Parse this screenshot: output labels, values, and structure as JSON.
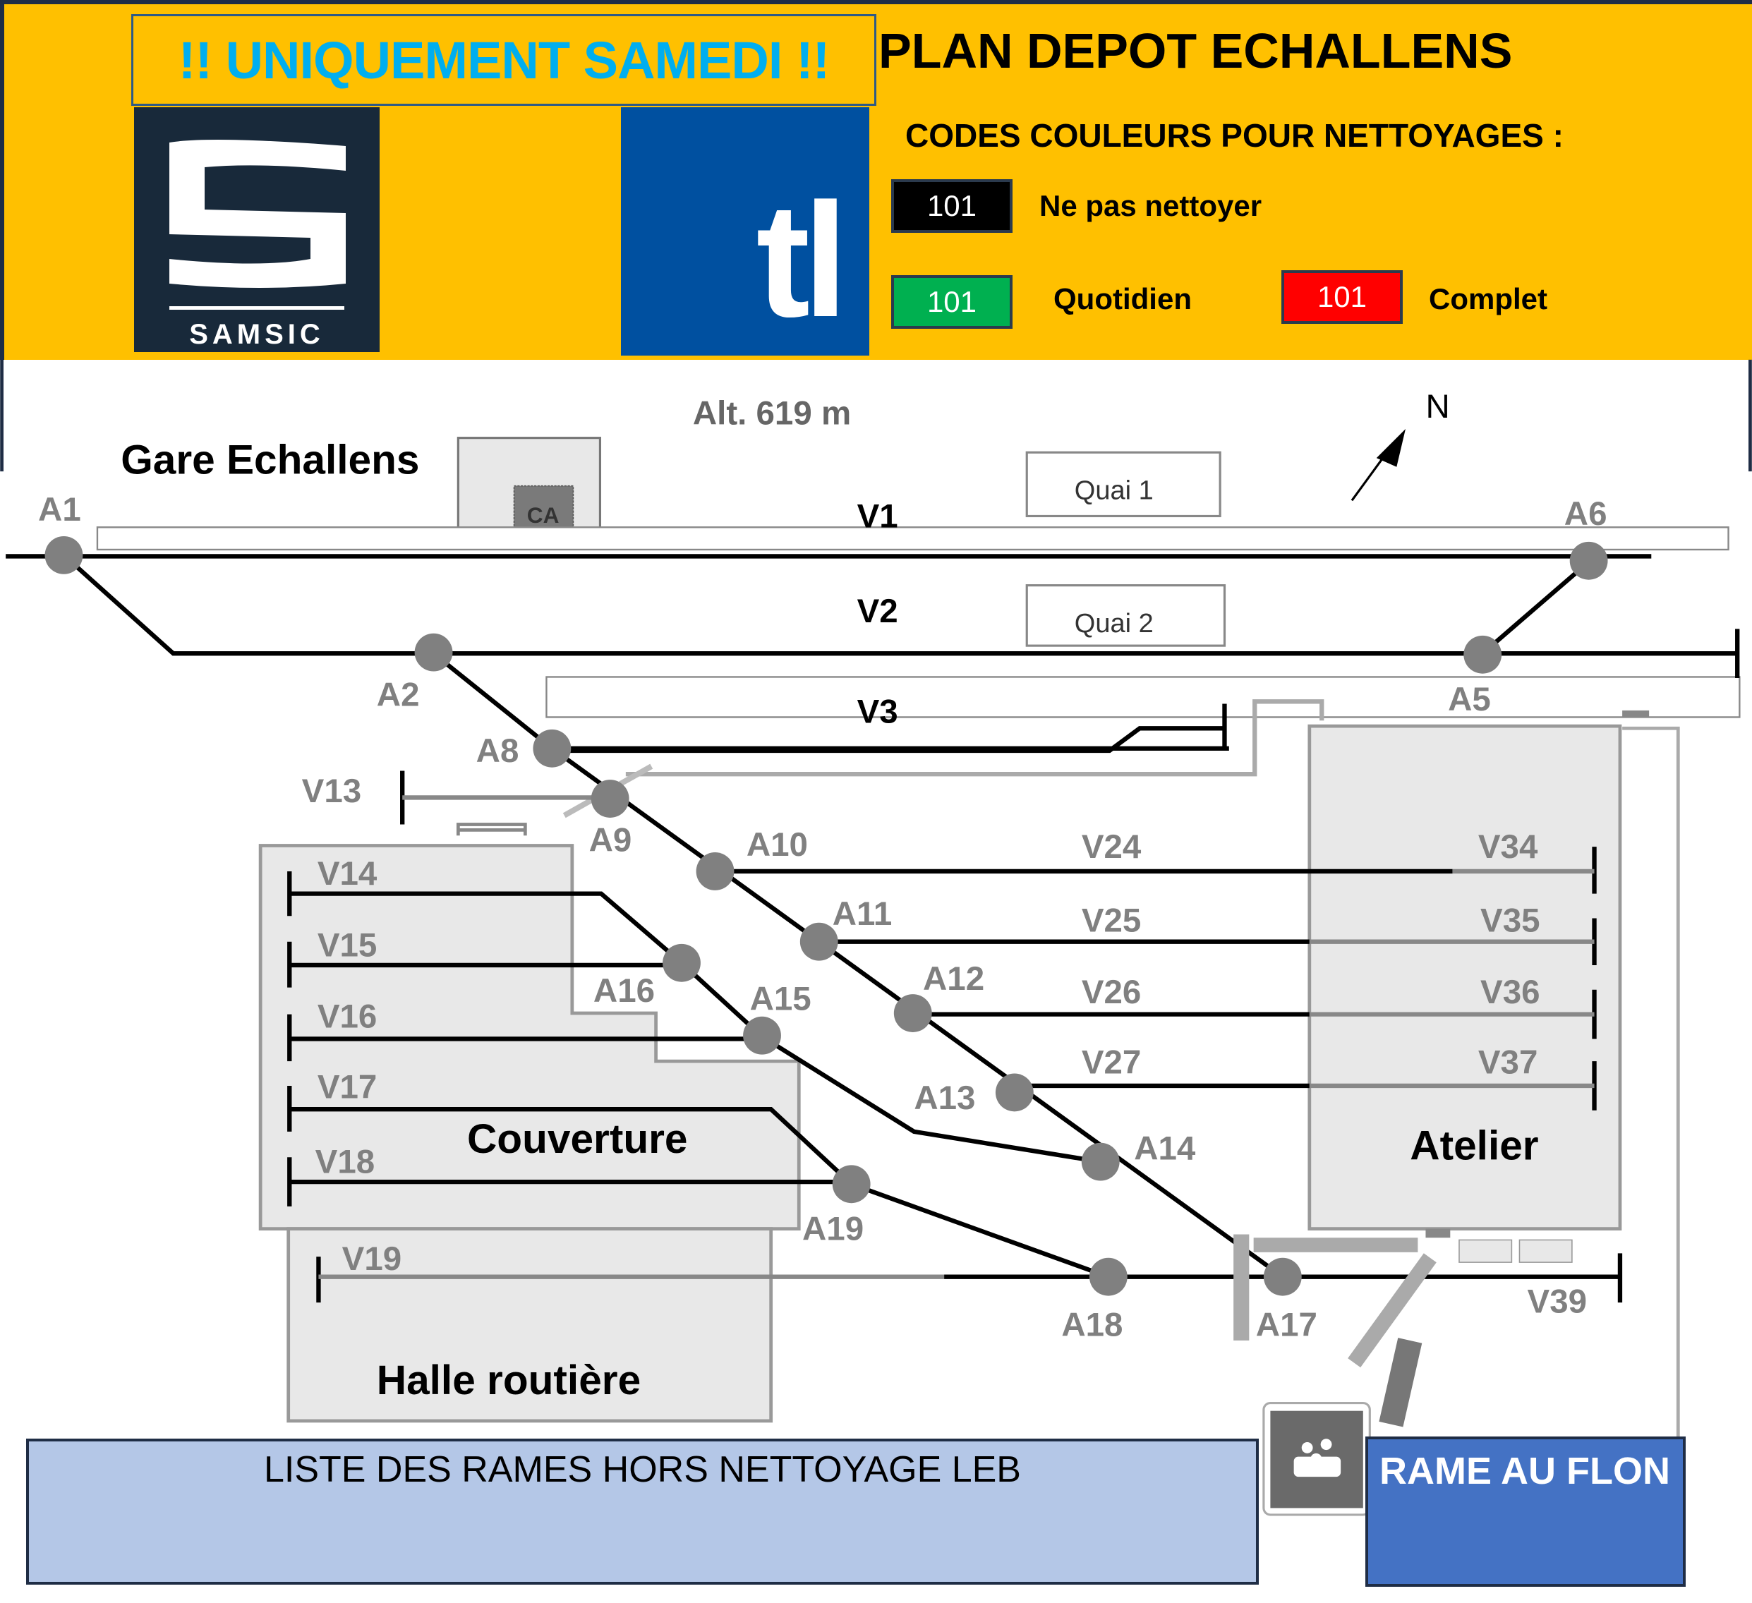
{
  "header": {
    "banner": "!! UNIQUEMENT SAMEDI !!",
    "title": "PLAN DEPOT ECHALLENS",
    "legend_title": "CODES COULEURS POUR NETTOYAGES :",
    "legend": [
      {
        "code": "101",
        "label": "Ne pas nettoyer",
        "color": "#000000"
      },
      {
        "code": "101",
        "label": "Quotidien",
        "color": "#00B050"
      },
      {
        "code": "101",
        "label": "Complet",
        "color": "#FF0000"
      }
    ],
    "logos": {
      "samsic": "SAMSIC",
      "tl": "tl"
    },
    "colors": {
      "header_bg": "#FFC000",
      "banner_text": "#00AEEF",
      "samsic_bg": "#18293A",
      "tl_bg": "#0050A0"
    }
  },
  "map": {
    "station": "Gare Echallens",
    "station_box": "CA",
    "altitude": "Alt. 619 m",
    "north": "N",
    "quais": [
      "Quai 1",
      "Quai 2"
    ],
    "buildings": {
      "couverture": "Couverture",
      "atelier": "Atelier",
      "halle": "Halle routière"
    },
    "tracks": [
      "V1",
      "V2",
      "V3",
      "V13",
      "V14",
      "V15",
      "V16",
      "V17",
      "V18",
      "V19",
      "V24",
      "V25",
      "V26",
      "V27",
      "V34",
      "V35",
      "V36",
      "V37",
      "V39"
    ],
    "switches": [
      "A1",
      "A2",
      "A5",
      "A6",
      "A8",
      "A9",
      "A10",
      "A11",
      "A12",
      "A13",
      "A14",
      "A15",
      "A16",
      "A17",
      "A18",
      "A19"
    ]
  },
  "panels": {
    "list_title": "LISTE DES RAMES HORS NETTOYAGE LEB",
    "flon_title": "RAME AU FLON"
  }
}
